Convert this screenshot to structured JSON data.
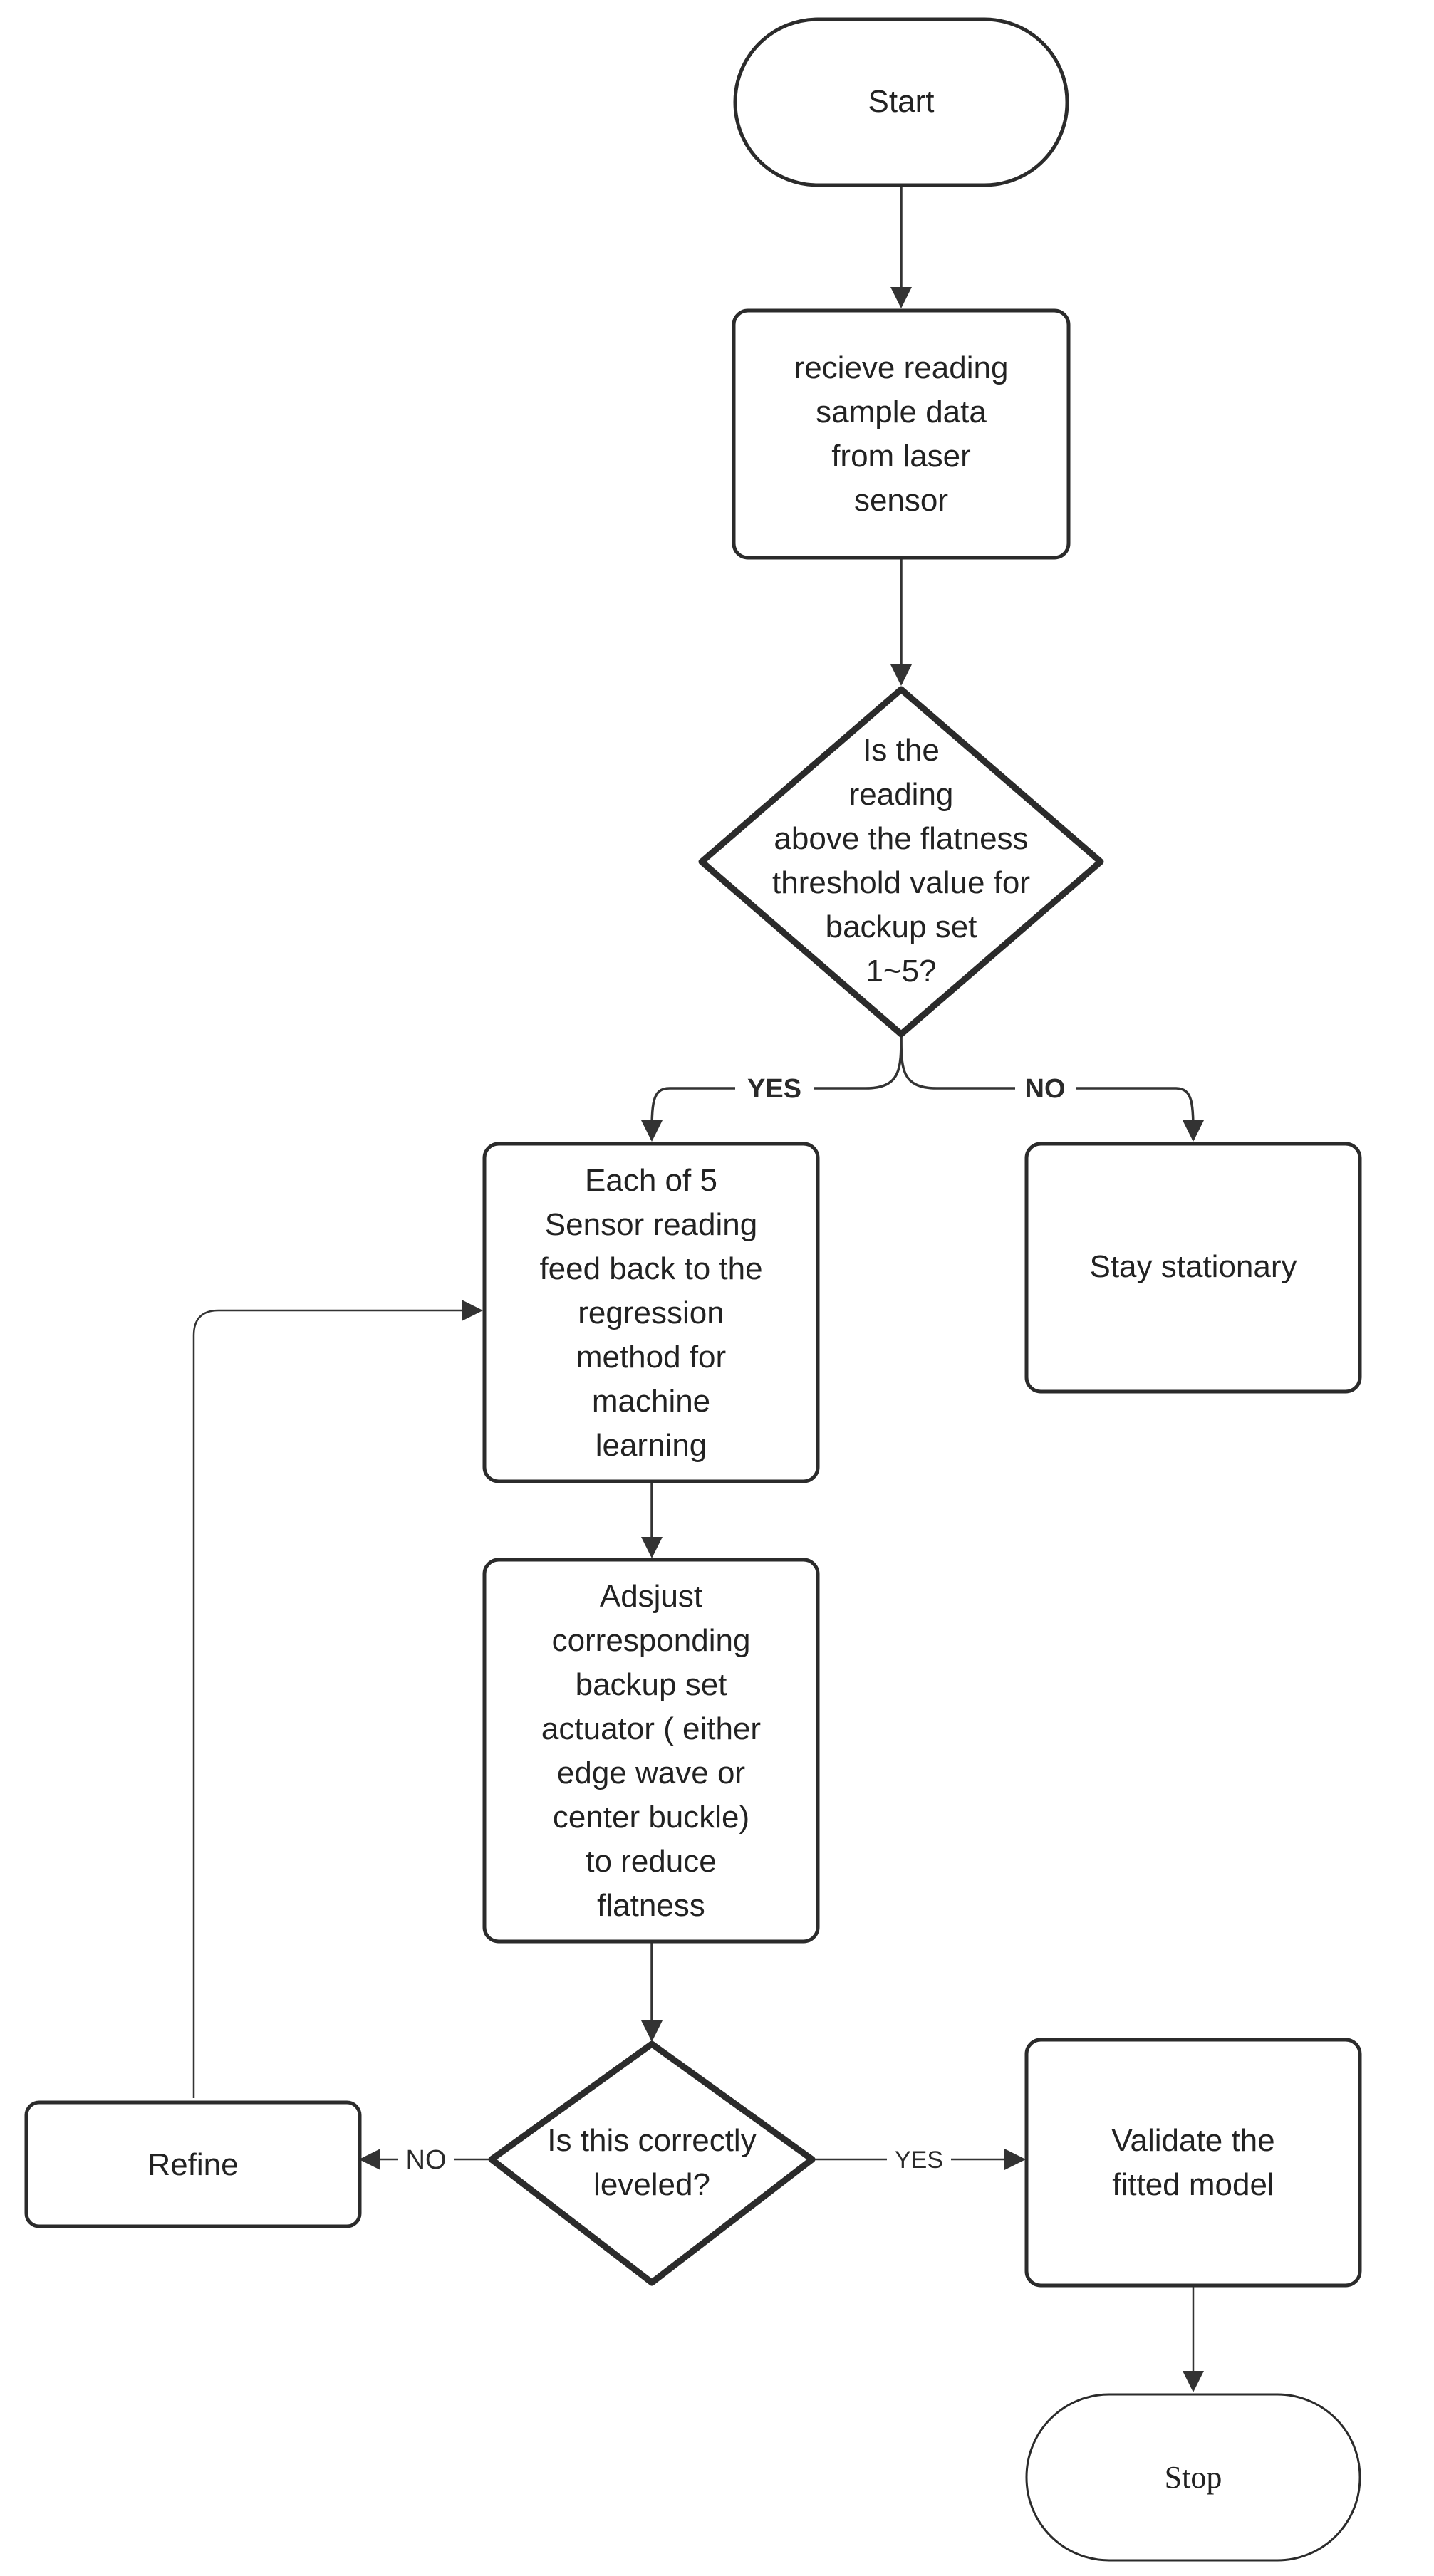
{
  "nodes": {
    "start": {
      "lines": [
        "Start"
      ]
    },
    "receive": {
      "lines": [
        "recieve reading",
        "sample data",
        "from laser",
        "sensor"
      ]
    },
    "threshold": {
      "lines": [
        "Is the",
        "reading",
        "above the flatness",
        "threshold value for",
        "backup set",
        "1~5?"
      ]
    },
    "feedback": {
      "lines": [
        "Each of 5",
        "Sensor reading",
        "feed back to the",
        "regression",
        "method for",
        "machine",
        "learning"
      ]
    },
    "stationary": {
      "lines": [
        "Stay stationary"
      ]
    },
    "adjust": {
      "lines": [
        "Adsjust",
        "corresponding",
        "backup set",
        "actuator ( either",
        "edge wave or",
        "center buckle)",
        "to reduce",
        "flatness"
      ]
    },
    "leveled": {
      "lines": [
        "Is this correctly",
        "leveled?"
      ]
    },
    "refine": {
      "lines": [
        "Refine"
      ]
    },
    "validate": {
      "lines": [
        "Validate the",
        "fitted model"
      ]
    },
    "stop": {
      "lines": [
        "Stop"
      ]
    }
  },
  "edges": {
    "threshold_yes": "YES",
    "threshold_no": "NO",
    "leveled_no": "NO",
    "leveled_yes": "YES"
  }
}
